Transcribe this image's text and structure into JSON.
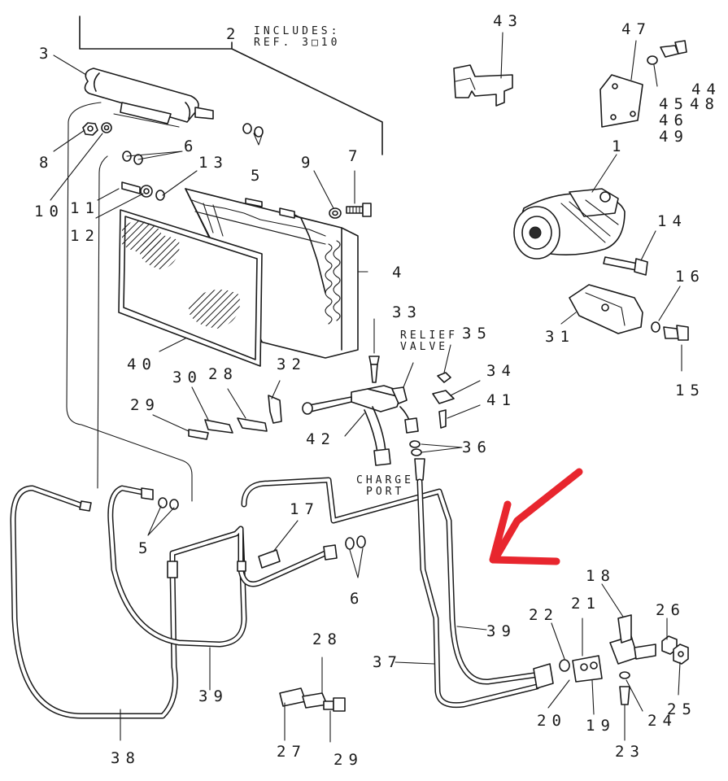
{
  "diagram": {
    "callouts": [
      {
        "id": "c2",
        "text": "2"
      },
      {
        "id": "c3",
        "text": "3"
      },
      {
        "id": "c4",
        "text": "4"
      },
      {
        "id": "c5a",
        "text": "5"
      },
      {
        "id": "c5b",
        "text": "5"
      },
      {
        "id": "c6a",
        "text": "6"
      },
      {
        "id": "c6b",
        "text": "6"
      },
      {
        "id": "c7",
        "text": "7"
      },
      {
        "id": "c8",
        "text": "8"
      },
      {
        "id": "c9",
        "text": "9"
      },
      {
        "id": "c10",
        "text": "10"
      },
      {
        "id": "c11",
        "text": "11"
      },
      {
        "id": "c12",
        "text": "12"
      },
      {
        "id": "c13",
        "text": "13"
      },
      {
        "id": "c40",
        "text": "40"
      },
      {
        "id": "c43",
        "text": "43"
      },
      {
        "id": "c47",
        "text": "47"
      },
      {
        "id": "c44",
        "text": "44"
      },
      {
        "id": "c45",
        "text": "45"
      },
      {
        "id": "c46",
        "text": "46"
      },
      {
        "id": "c48",
        "text": "48"
      },
      {
        "id": "c49",
        "text": "49"
      },
      {
        "id": "c1",
        "text": "1"
      },
      {
        "id": "c14",
        "text": "14"
      },
      {
        "id": "c16",
        "text": "16"
      },
      {
        "id": "c31",
        "text": "31"
      },
      {
        "id": "c15",
        "text": "15"
      },
      {
        "id": "c33",
        "text": "33"
      },
      {
        "id": "c35",
        "text": "35"
      },
      {
        "id": "c34",
        "text": "34"
      },
      {
        "id": "c41",
        "text": "41"
      },
      {
        "id": "c36",
        "text": "36"
      },
      {
        "id": "c42",
        "text": "42"
      },
      {
        "id": "c30",
        "text": "30"
      },
      {
        "id": "c28a",
        "text": "28"
      },
      {
        "id": "c32",
        "text": "32"
      },
      {
        "id": "c29a",
        "text": "29"
      },
      {
        "id": "c17",
        "text": "17"
      },
      {
        "id": "c18",
        "text": "18"
      },
      {
        "id": "c21",
        "text": "21"
      },
      {
        "id": "c22",
        "text": "22"
      },
      {
        "id": "c26",
        "text": "26"
      },
      {
        "id": "c39a",
        "text": "39"
      },
      {
        "id": "c39b",
        "text": "39"
      },
      {
        "id": "c37",
        "text": "37"
      },
      {
        "id": "c20",
        "text": "20"
      },
      {
        "id": "c19",
        "text": "19"
      },
      {
        "id": "c24",
        "text": "24"
      },
      {
        "id": "c25",
        "text": "25"
      },
      {
        "id": "c23",
        "text": "23"
      },
      {
        "id": "c28b",
        "text": "28"
      },
      {
        "id": "c27",
        "text": "27"
      },
      {
        "id": "c29b",
        "text": "29"
      },
      {
        "id": "c38",
        "text": "38"
      }
    ],
    "notes": {
      "includes_line1": "INCLUDES:",
      "includes_line2": "REF. 3□10",
      "relief_line1": "RELIEF",
      "relief_line2": "VALVE",
      "charge_line1": "CHARGE",
      "charge_line2": "PORT"
    },
    "colors": {
      "line": "#1a1a1a",
      "background": "#ffffff",
      "highlight_arrow": "#e8262e"
    }
  }
}
